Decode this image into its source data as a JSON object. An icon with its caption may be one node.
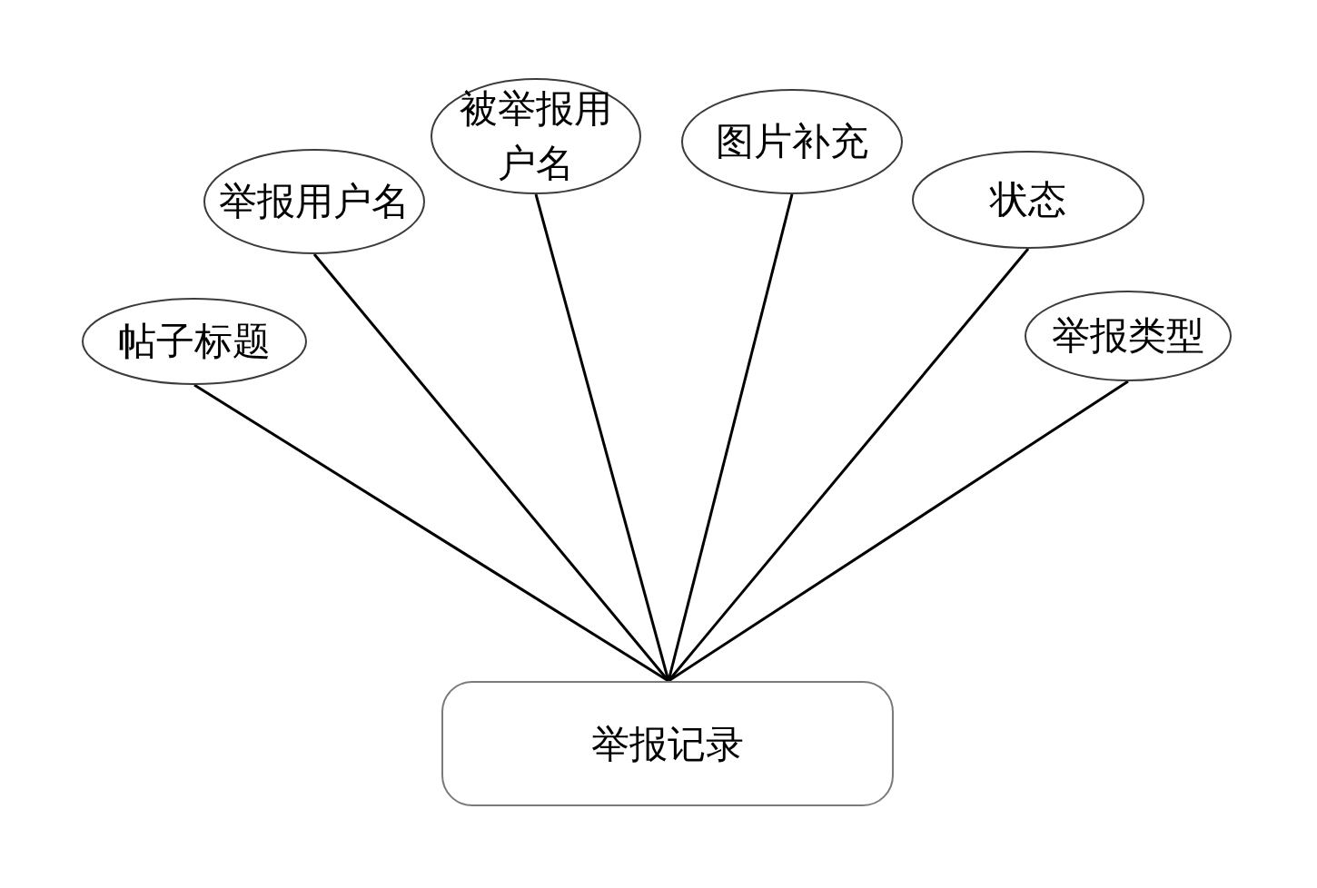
{
  "diagram": {
    "nodes": [
      {
        "text": [
          "帖子标题"
        ]
      },
      {
        "text": [
          "举报用户名"
        ]
      },
      {
        "text": [
          "被举报用户名"
        ]
      },
      {
        "text": [
          "图片补充"
        ]
      },
      {
        "text": [
          "状态"
        ]
      },
      {
        "text": [
          "举报类型"
        ]
      },
      {
        "text": [
          "举报记录"
        ]
      }
    ],
    "edges": [
      {
        "from": 0,
        "to": 6,
        "arrow": "none"
      },
      {
        "from": 1,
        "to": 6,
        "arrow": "none"
      },
      {
        "from": 2,
        "to": 6,
        "arrow": "none"
      },
      {
        "from": 3,
        "to": 6,
        "arrow": "none"
      },
      {
        "from": 4,
        "to": 6,
        "arrow": "none"
      },
      {
        "from": 5,
        "to": 6,
        "arrow": "none"
      }
    ]
  }
}
